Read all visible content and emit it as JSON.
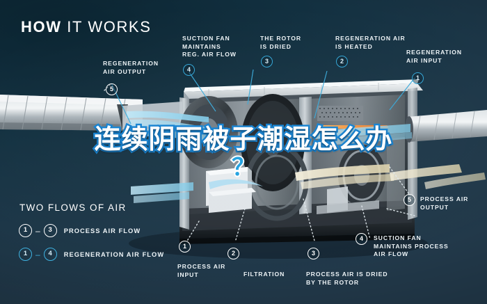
{
  "header": {
    "title_bold": "HOW",
    "title_light": "IT WORKS"
  },
  "overlay": {
    "headline": "连续阴雨被子潮湿怎么办",
    "question_mark": "？"
  },
  "callouts": [
    {
      "id": "regeneration-air-output",
      "number": "5",
      "label": "REGENERATION\nAIR OUTPUT",
      "style": "white"
    },
    {
      "id": "suction-fan-reg",
      "number": "4",
      "label": "SUCTION FAN\nMAINTAINS\nREG. AIR FLOW",
      "style": "cyan"
    },
    {
      "id": "rotor-is-dried",
      "number": "3",
      "label": "THE ROTOR\nIS DRIED",
      "style": "cyan"
    },
    {
      "id": "regeneration-air-heated",
      "number": "2",
      "label": "REGENERATION AIR\nIS HEATED",
      "style": "cyan"
    },
    {
      "id": "regeneration-air-input",
      "number": "1",
      "label": "REGENERATION\nAIR INPUT",
      "style": "cyan"
    },
    {
      "id": "process-air-output",
      "number": "5",
      "label": "PROCESS AIR\nOUTPUT",
      "style": "white"
    },
    {
      "id": "suction-fan-process",
      "number": "4",
      "label": "SUCTION FAN\nMAINTAINS PROCESS\nAIR FLOW",
      "style": "white"
    },
    {
      "id": "process-air-input",
      "number": "1",
      "label": "PROCESS AIR\nINPUT",
      "style": "white"
    },
    {
      "id": "filtration",
      "number": "2",
      "label": "FILTRATION",
      "style": "white"
    },
    {
      "id": "process-air-dried",
      "number": "3",
      "label": "PROCESS AIR IS DRIED\nBY THE ROTOR",
      "style": "white"
    }
  ],
  "legend": {
    "title": "TWO FLOWS OF AIR",
    "rows": [
      {
        "from": "1",
        "dash": "–",
        "to": "3",
        "text": "PROCESS AIR FLOW",
        "style": "white"
      },
      {
        "from": "1",
        "dash": "–",
        "to": "4",
        "text": "REGENERATION AIR FLOW",
        "style": "cyan"
      }
    ]
  },
  "colors": {
    "background_dark": "#0b2532",
    "background_light": "#22394a",
    "accent_cyan": "#3fb3e2",
    "headline_outline": "#1b86d4",
    "text_white": "#eef4f7",
    "airflow_process": "#8fd4ee",
    "airflow_regeneration": "#e8e0c4"
  }
}
